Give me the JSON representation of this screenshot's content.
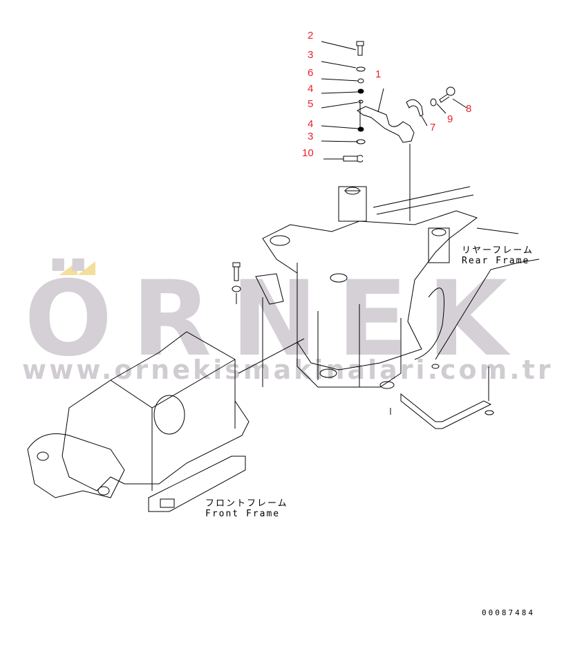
{
  "watermark": {
    "brand": "ÖRNEK",
    "url": "www.ornekismakinalari.com.tr",
    "brand_color": "#d4d0d6",
    "accent_color": "#f3df9a"
  },
  "callouts": [
    {
      "id": "c2",
      "text": "2"
    },
    {
      "id": "c3a",
      "text": "3"
    },
    {
      "id": "c6",
      "text": "6"
    },
    {
      "id": "c4a",
      "text": "4"
    },
    {
      "id": "c5",
      "text": "5"
    },
    {
      "id": "c4b",
      "text": "4"
    },
    {
      "id": "c3b",
      "text": "3"
    },
    {
      "id": "c10",
      "text": "10"
    },
    {
      "id": "c1",
      "text": "1"
    },
    {
      "id": "c7",
      "text": "7"
    },
    {
      "id": "c9",
      "text": "9"
    },
    {
      "id": "c8",
      "text": "8"
    }
  ],
  "callout_color": "#e8202a",
  "rear_frame": {
    "jp": "リヤーフレーム",
    "en": "Rear Frame"
  },
  "front_frame": {
    "jp": "フロントフレーム",
    "en": "Front Frame"
  },
  "drawing_code": "00087484"
}
